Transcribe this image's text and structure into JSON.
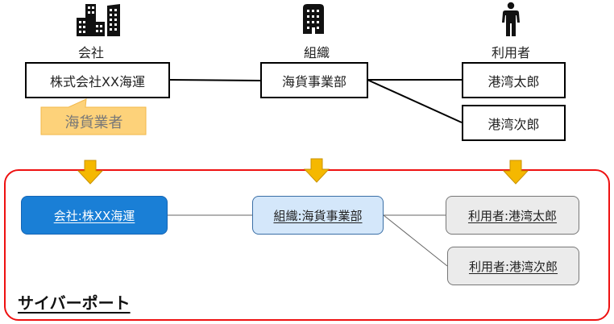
{
  "top_section": {
    "columns": [
      {
        "icon": "office-buildings-icon",
        "caption": "会社"
      },
      {
        "icon": "building-icon",
        "caption": "組織"
      },
      {
        "icon": "person-icon",
        "caption": "利用者"
      }
    ],
    "company_box": "株式会社XX海運",
    "org_box": "海貨事業部",
    "user_boxes": [
      "港湾太郎",
      "港湾次郎"
    ],
    "callout": "海貨業者"
  },
  "arrows": {
    "icon": "down-arrow-icon",
    "count": 3,
    "color": "#f5b800"
  },
  "cyberport": {
    "title": "サイバーポート",
    "company": "会社:株XX海運",
    "org": "組織:海貨事業部",
    "users": [
      "利用者:港湾太郎",
      "利用者:港湾次郎"
    ]
  },
  "colors": {
    "frame": "#ee1111",
    "company_fill": "#1a7fd6",
    "org_fill": "#d4e7fa",
    "user_fill": "#ebebeb",
    "callout_fill": "#fdd27a"
  }
}
